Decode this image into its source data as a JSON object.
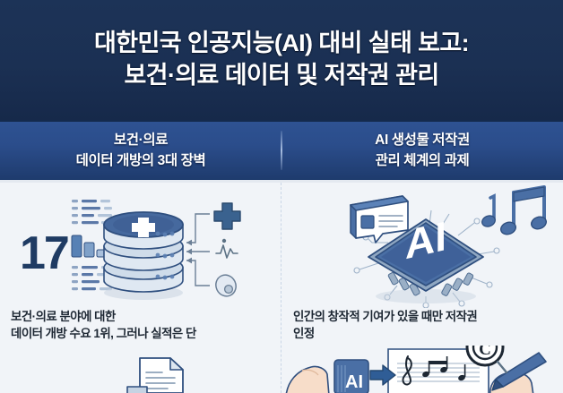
{
  "title": {
    "line1": "대한민국 인공지능(AI) 대비 실태 보고:",
    "line2": "보건·의료 데이터 및 저작권 관리"
  },
  "sections": [
    {
      "id": "health-data",
      "header_line1": "보건·의료",
      "header_line2": "데이터 개방의 3대 장벽",
      "caption_line1": "보건·의료 분야에 대한",
      "caption_line2": "데이터 개방 수요 1위, 그러나 실적은 단",
      "big_number": "17",
      "illustration": "medical-database-illustration",
      "icons": [
        "medical-cross-icon",
        "heartbeat-icon",
        "stethoscope-icon",
        "bar-chart-icon",
        "document-icon"
      ]
    },
    {
      "id": "ai-copyright",
      "header_line1": "AI 생성물 저작권",
      "header_line2": "관리 체계의 과제",
      "caption_line1": "인간의 창작적 기여가 있을 때만 저작권",
      "caption_line2": "인정",
      "illustration": "ai-chip-illustration",
      "chip_label": "AI",
      "icons": [
        "music-note-icon",
        "speech-bubble-icon",
        "copyright-icon",
        "hand-icon",
        "pen-icon"
      ]
    }
  ],
  "colors": {
    "banner_navy": "#1b3155",
    "bar_blue_top": "#2e5292",
    "bar_blue_bottom": "#1e3b6d",
    "content_bg": "#f1f4f8",
    "number_navy": "#1f3b63",
    "caption_text": "#1d2733",
    "illustration_blue": "#4a6fa5",
    "illustration_dark": "#2f4f7f"
  }
}
